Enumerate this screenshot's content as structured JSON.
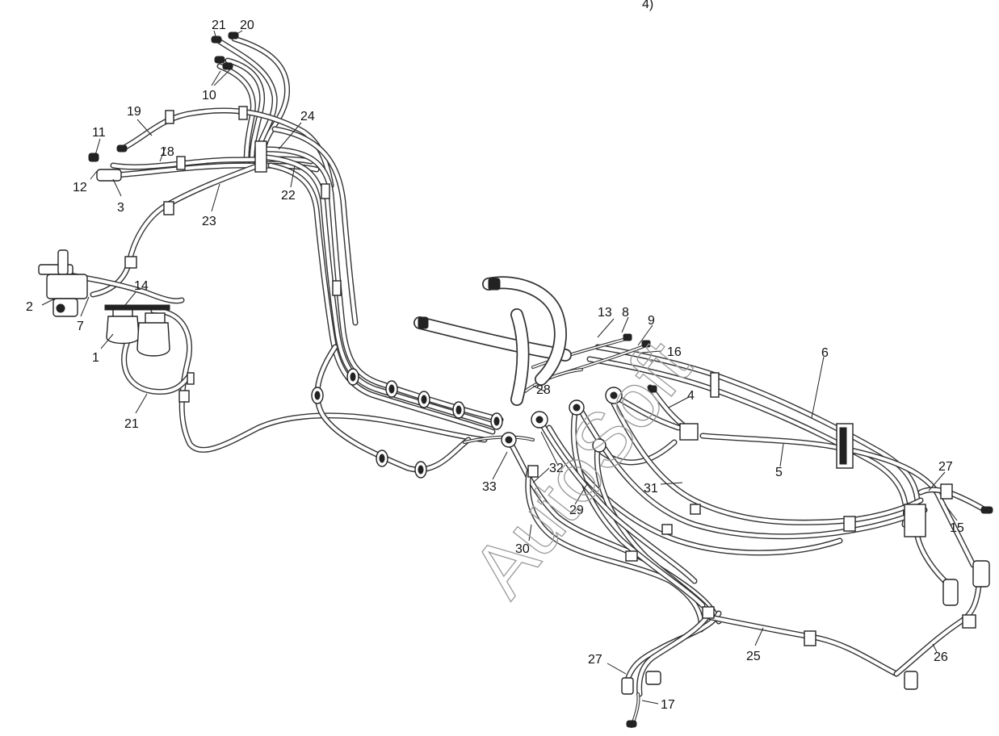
{
  "watermark": "AutoSoft",
  "page_marker": "4)",
  "callouts": {
    "c1": "1",
    "c2": "2",
    "c3": "3",
    "c4": "4",
    "c5": "5",
    "c6": "6",
    "c7": "7",
    "c8": "8",
    "c9": "9",
    "c10": "10",
    "c11": "11",
    "c12": "12",
    "c13": "13",
    "c14": "14",
    "c15": "15",
    "c16": "16",
    "c17": "17",
    "c18": "18",
    "c19": "19",
    "c20": "20",
    "c21a": "21",
    "c21b": "21",
    "c22": "22",
    "c23": "23",
    "c24": "24",
    "c25": "25",
    "c26": "26",
    "c27a": "27",
    "c27b": "27",
    "c28": "28",
    "c29": "29",
    "c30": "30",
    "c31": "31",
    "c32": "32",
    "c33": "33"
  }
}
